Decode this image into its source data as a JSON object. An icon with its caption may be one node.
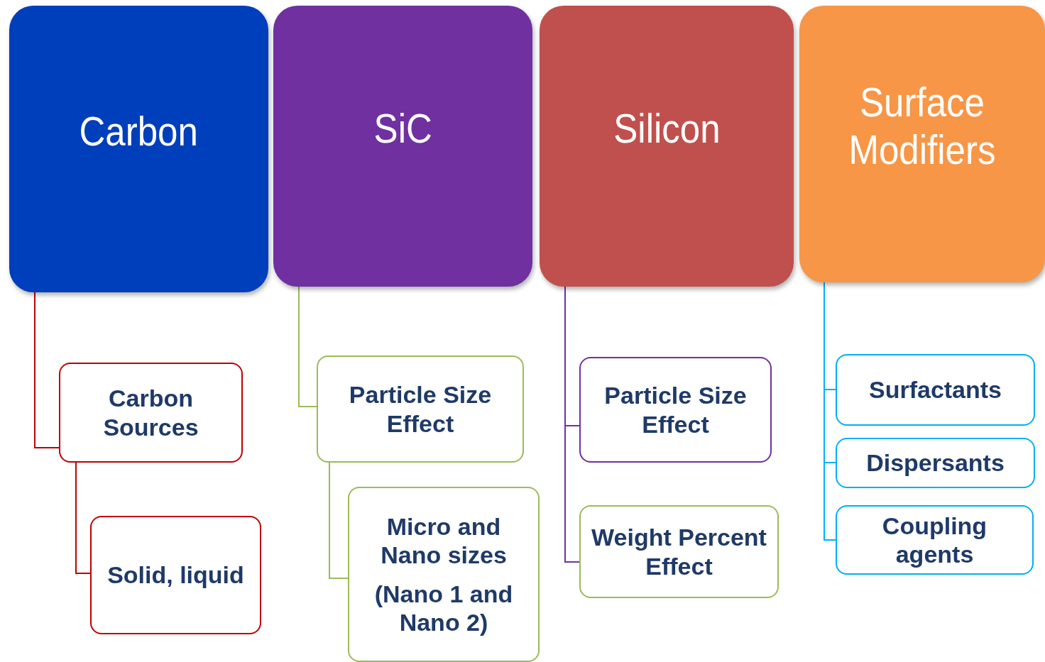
{
  "diagram": {
    "nodes": [
      {
        "text": [
          "Carbon"
        ]
      },
      {
        "text": [
          "SiC"
        ]
      },
      {
        "text": [
          "Silicon"
        ]
      },
      {
        "text": [
          "Surface Modifiers"
        ]
      },
      {
        "text": [
          "Carbon Sources"
        ]
      },
      {
        "text": [
          "Solid, liquid"
        ]
      },
      {
        "text": [
          "Particle Size Effect"
        ]
      },
      {
        "text": [
          "Micro and Nano sizes",
          "(Nano 1 and Nano 2)"
        ]
      },
      {
        "text": [
          "Particle Size Effect"
        ]
      },
      {
        "text": [
          "Weight Percent Effect"
        ]
      },
      {
        "text": [
          "Surfactants"
        ]
      },
      {
        "text": [
          "Dispersants"
        ]
      },
      {
        "text": [
          "Coupling agents"
        ]
      }
    ],
    "edges": [
      {
        "from": 0,
        "to": 4,
        "arrow": "none",
        "color": "#c00000"
      },
      {
        "from": 4,
        "to": 5,
        "arrow": "none",
        "color": "#c00000"
      },
      {
        "from": 1,
        "to": 6,
        "arrow": "none",
        "color": "#9bbb59"
      },
      {
        "from": 6,
        "to": 7,
        "arrow": "none",
        "color": "#9bbb59"
      },
      {
        "from": 2,
        "to": 8,
        "arrow": "none",
        "color": "#7030a0"
      },
      {
        "from": 2,
        "to": 9,
        "arrow": "none",
        "color": "#7030a0"
      },
      {
        "from": 3,
        "to": 10,
        "arrow": "none",
        "color": "#00b0f0"
      },
      {
        "from": 3,
        "to": 11,
        "arrow": "none",
        "color": "#00b0f0"
      },
      {
        "from": 3,
        "to": 12,
        "arrow": "none",
        "color": "#00b0f0"
      }
    ]
  }
}
